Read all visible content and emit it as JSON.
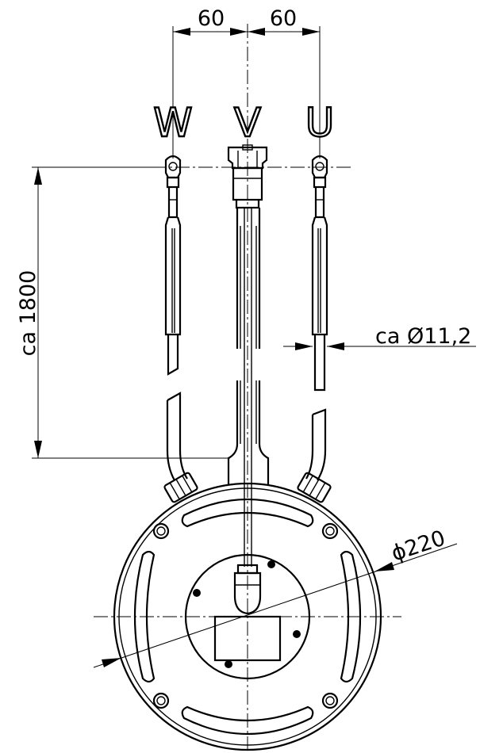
{
  "dimensions": {
    "spacing_left": "60",
    "spacing_right": "60",
    "cable_length": "ca 1800",
    "cable_diameter": "ca Ø11,2",
    "housing_diameter": "ϕ220"
  },
  "phases": [
    "W",
    "V",
    "U"
  ]
}
